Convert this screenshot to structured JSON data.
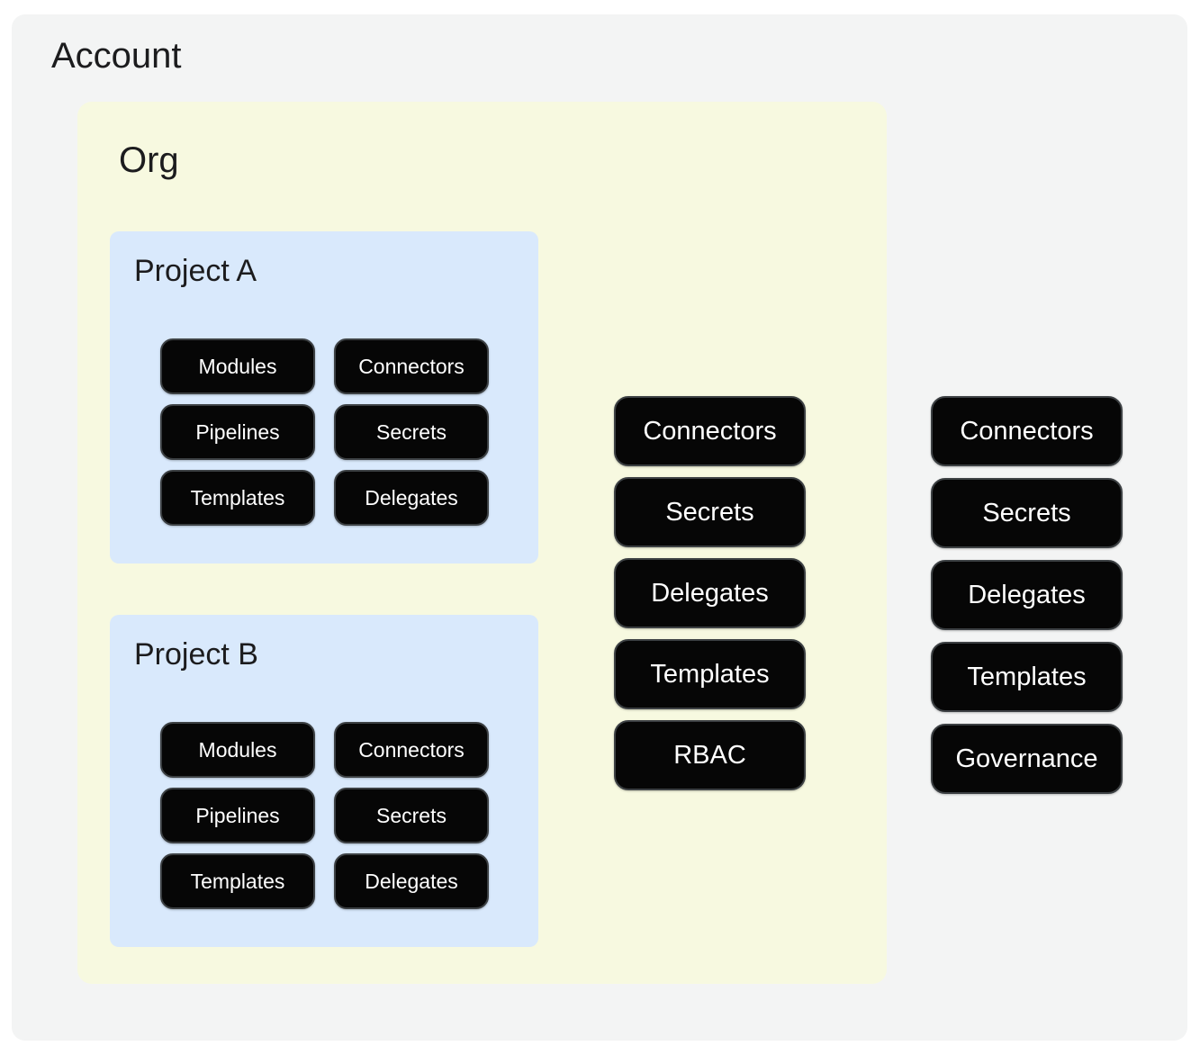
{
  "diagram": {
    "account": {
      "title": "Account",
      "pills": [
        "Connectors",
        "Secrets",
        "Delegates",
        "Templates",
        "Governance"
      ]
    },
    "org": {
      "title": "Org",
      "pills": [
        "Connectors",
        "Secrets",
        "Delegates",
        "Templates",
        "RBAC"
      ]
    },
    "projects": [
      {
        "title": "Project A",
        "pills": [
          "Modules",
          "Connectors",
          "Pipelines",
          "Secrets",
          "Templates",
          "Delegates"
        ]
      },
      {
        "title": "Project B",
        "pills": [
          "Modules",
          "Connectors",
          "Pipelines",
          "Secrets",
          "Templates",
          "Delegates"
        ]
      }
    ],
    "colors": {
      "page_background": "#ffffff",
      "account_background": "#f3f4f4",
      "org_background": "#f7f9e0",
      "project_background": "#d9e9fc",
      "pill_fill": "#060606",
      "pill_border": "#3c4043",
      "pill_text": "#ffffff",
      "title_text": "#1c1c1e"
    }
  }
}
